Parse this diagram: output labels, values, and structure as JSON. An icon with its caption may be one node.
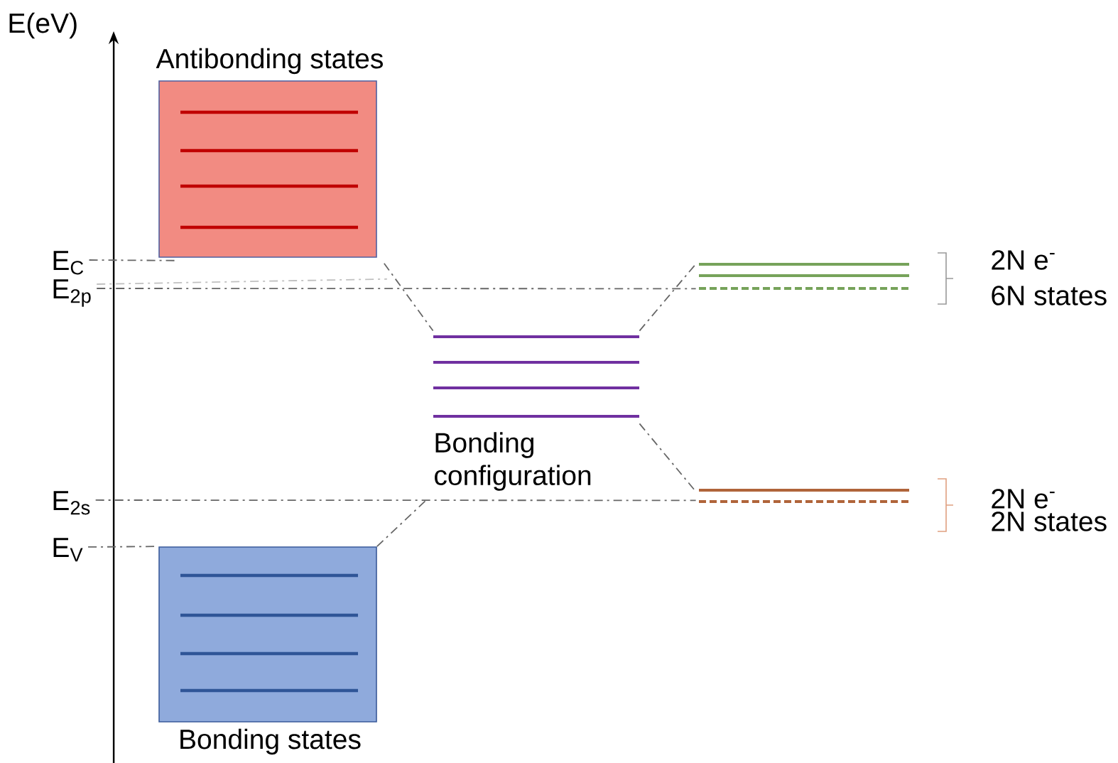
{
  "diagram": {
    "nodes": [
      {
        "text": [
          "Antibonding states"
        ]
      },
      {
        "text": [
          "Bonding states"
        ]
      },
      {
        "text": [
          "Bonding configuration"
        ]
      },
      {
        "text": [],
        "shape": "bar",
        "beside": [
          "2N e$^{-}$",
          "6N states"
        ]
      },
      {
        "text": [],
        "shape": "bar",
        "beside": [
          "2N e$^{-}$",
          "2N states"
        ]
      },
      {
        "text": [
          "E$_{C}$"
        ]
      },
      {
        "text": [
          "E$_{2p}$"
        ]
      },
      {
        "text": [
          "E$_{2s}$"
        ]
      },
      {
        "text": [
          "E$_{V}$"
        ]
      }
    ],
    "edges": [
      {
        "from": 0,
        "to": 2,
        "arrow": "none"
      },
      {
        "from": 2,
        "to": 3,
        "arrow": "none"
      },
      {
        "from": 2,
        "to": 4,
        "arrow": "none"
      },
      {
        "from": 1,
        "to": 2,
        "arrow": "none"
      },
      {
        "from": 5,
        "to": 0,
        "arrow": "none"
      },
      {
        "from": 6,
        "to": 3,
        "arrow": "none"
      },
      {
        "from": 6,
        "to": 0,
        "arrow": "none",
        "color": "#c0c0c0"
      },
      {
        "from": 7,
        "to": 4,
        "arrow": "none"
      },
      {
        "from": 8,
        "to": 1,
        "arrow": "none"
      }
    ],
    "labels": [
      "E(eV)"
    ]
  }
}
